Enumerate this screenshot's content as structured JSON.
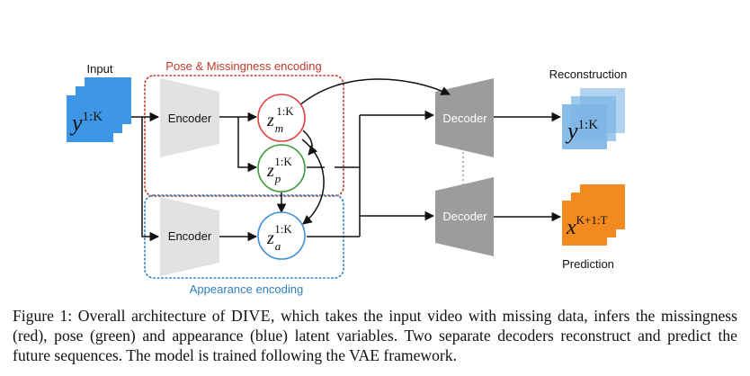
{
  "diagram": {
    "input_label": "Input",
    "input_symbol": {
      "base": "y",
      "sup": "1:K"
    },
    "encoder_labels": [
      "Encoder",
      "Encoder"
    ],
    "decoder_labels": [
      "Decoder",
      "Decoder"
    ],
    "group_pose_missingness": {
      "label": "Pose & Missingness encoding",
      "color": "#c0392b"
    },
    "group_appearance": {
      "label": "Appearance encoding",
      "color": "#2f7fc1"
    },
    "latents": {
      "missingness": {
        "base": "z",
        "sub": "m",
        "sup": "1:K",
        "color": "#e0403c"
      },
      "pose": {
        "base": "z",
        "sub": "p",
        "sup": "1:K",
        "color": "#3a9a3a"
      },
      "appearance": {
        "base": "z",
        "sub": "a",
        "sup": "1:K",
        "color": "#3b8fd8"
      }
    },
    "reconstruction_label": "Reconstruction",
    "reconstruction_symbol": {
      "base": "y",
      "sup": "1:K"
    },
    "prediction_label": "Prediction",
    "prediction_symbol": {
      "base": "x",
      "sup": "K+1:T"
    },
    "colors": {
      "input_frames": "#3d97e6",
      "reconstruction_frames": "#7db5e6",
      "prediction_frames": "#f28a1e",
      "encoder": "#e2e2e4",
      "decoder": "#9c9c9c"
    }
  },
  "caption": {
    "prefix": "Figure 1: Overall architecture of",
    "model_name": "DIVE",
    "rest": ", which takes the input video with missing data, infers the missingness (red), pose (green) and appearance (blue) latent variables.  Two separate decoders reconstruct and predict the future sequences. The model is trained following the VAE framework."
  }
}
